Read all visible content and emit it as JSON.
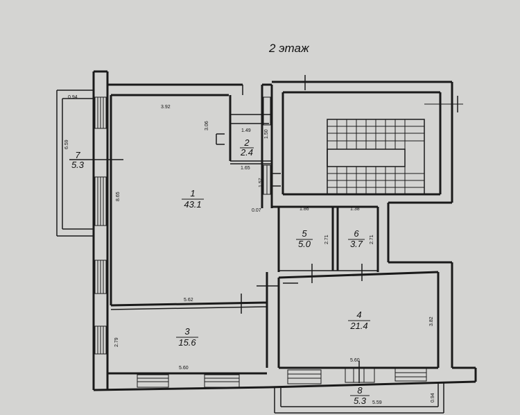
{
  "floor_title": "2 этаж",
  "rooms": [
    {
      "number": "1",
      "area": "43.1"
    },
    {
      "number": "2",
      "area": "2.4"
    },
    {
      "number": "3",
      "area": "15.6"
    },
    {
      "number": "4",
      "area": "21.4"
    },
    {
      "number": "5",
      "area": "5.0"
    },
    {
      "number": "6",
      "area": "3.7"
    },
    {
      "number": "7",
      "area": "5.3"
    },
    {
      "number": "8",
      "area": "5.3"
    }
  ],
  "dimensions": [
    "0.94",
    "3.92",
    "3.06",
    "1.49",
    "1.50",
    "1.65",
    "1.57",
    "6.59",
    "8.65",
    "0.07",
    "1.86",
    "1.38",
    "2.71",
    "2.71",
    "5.62",
    "3.82",
    "2.79",
    "5.60",
    "5.60",
    "5.59",
    "0.94"
  ]
}
